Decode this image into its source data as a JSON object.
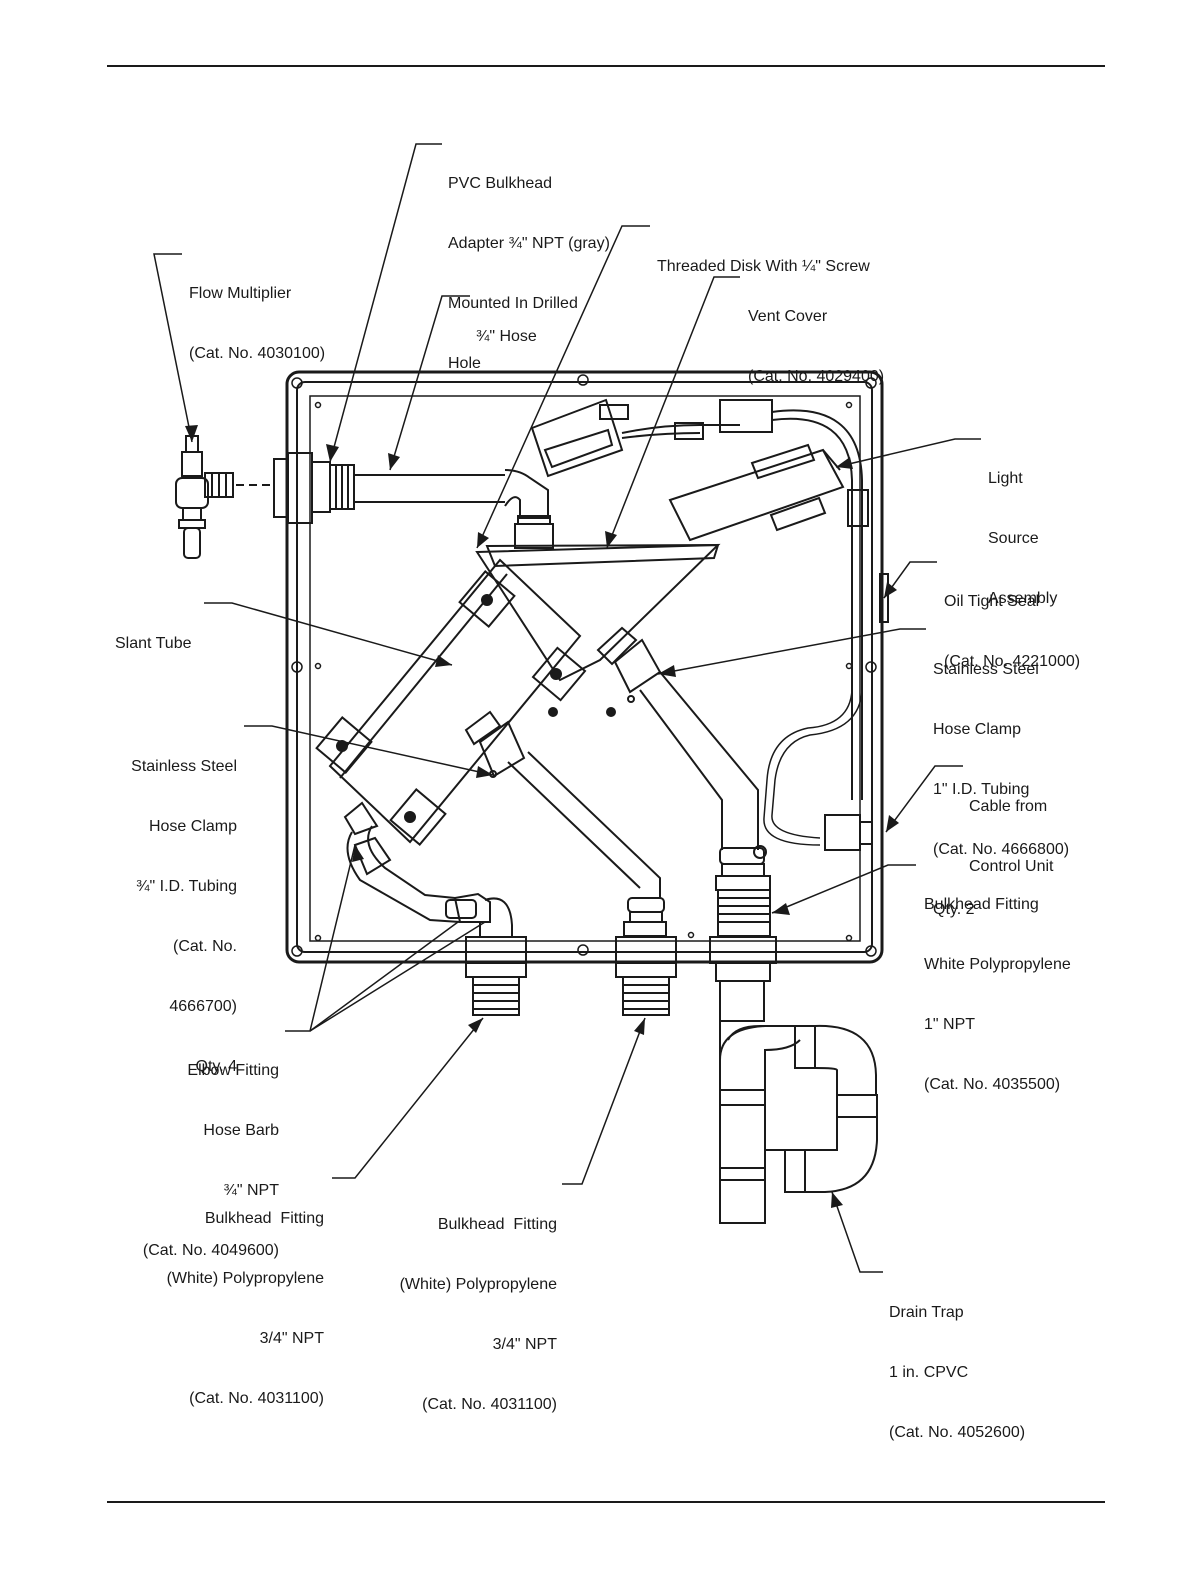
{
  "labels": {
    "pvc_bulkhead": [
      "PVC Bulkhead",
      "Adapter ¾\" NPT (gray)",
      "Mounted In Drilled",
      "Hole"
    ],
    "threaded_disk": [
      "Threaded Disk With ¼\" Screw"
    ],
    "flow_multiplier": [
      "Flow Multiplier",
      "(Cat. No. 4030100)"
    ],
    "hose": [
      "¾\" Hose"
    ],
    "vent_cover": [
      "Vent Cover",
      "(Cat. No. 4029400)"
    ],
    "light_source": [
      "Light",
      "Source",
      "Assembly"
    ],
    "oil_tight_seal": [
      "Oil Tight Seal",
      "(Cat. No. 4221000)"
    ],
    "slant_tube": [
      "Slant Tube"
    ],
    "ss_clamp_1in": [
      "Stainless Steel",
      "Hose Clamp",
      "1\" I.D. Tubing",
      "(Cat. No. 4666800)",
      "Qty. 2"
    ],
    "ss_clamp_34": [
      "Stainless Steel",
      "Hose Clamp",
      "¾\" I.D. Tubing",
      "(Cat. No.",
      "4666700)",
      "Qty. 4"
    ],
    "cable": [
      "Cable from",
      "Control Unit"
    ],
    "bulkhead_1in": [
      "Bulkhead Fitting",
      "White Polypropylene",
      "1\" NPT",
      "(Cat. No. 4035500)"
    ],
    "elbow_fitting": [
      "Elbow Fitting",
      "Hose Barb",
      "¾\" NPT",
      "(Cat. No. 4049600)"
    ],
    "bulkhead_34_left": [
      "Bulkhead  Fitting",
      "(White) Polypropylene",
      "3/4\" NPT",
      "(Cat. No. 4031100)"
    ],
    "bulkhead_34_mid": [
      "Bulkhead  Fitting",
      "(White) Polypropylene",
      "3/4\" NPT",
      "(Cat. No. 4031100)"
    ],
    "drain_trap": [
      "Drain Trap",
      "1 in. CPVC",
      "(Cat. No. 4052600)"
    ]
  }
}
